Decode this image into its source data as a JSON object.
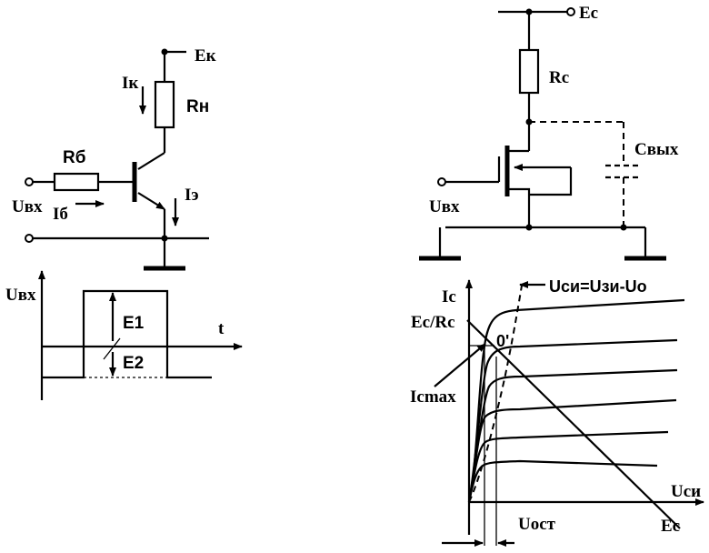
{
  "bjt_circuit": {
    "supply_label": "Eк",
    "collector_current_label": "Iк",
    "load_resistor_label": "Rн",
    "base_resistor_label": "Rб",
    "emitter_current_label": "Iэ",
    "input_label": "Uвх",
    "base_current_label": "Iб"
  },
  "input_waveform": {
    "y_label": "Uвх",
    "x_label": "t",
    "level_high_label": "E1",
    "level_low_label": "E2"
  },
  "fet_circuit": {
    "supply_label": "Ec",
    "drain_resistor_label": "Rc",
    "output_capacitance_label": "Cвых",
    "input_label": "Uвх"
  },
  "output_characteristics": {
    "y_label": "Ic",
    "boundary_label": "Uси=Uзи-Uo",
    "y_intercept_label": "Ec/Rc",
    "point_label": "0'",
    "current_max_label": "Icmax",
    "x_label": "Uси",
    "residual_voltage_label": "Uост",
    "x_intercept_label": "Ec"
  },
  "colors": {
    "ink": "#000000",
    "background": "#ffffff"
  }
}
